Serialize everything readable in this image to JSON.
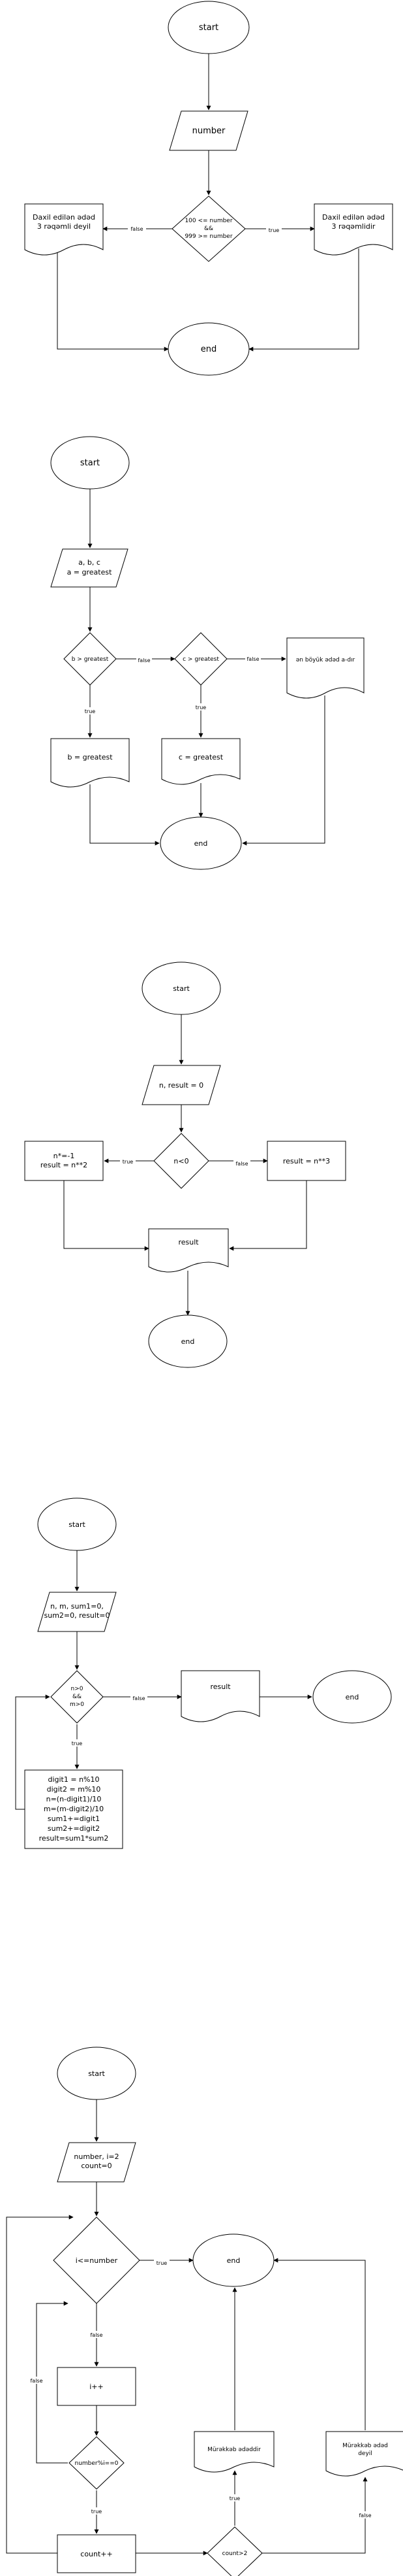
{
  "diagrams": [
    {
      "start": "start",
      "input": "number",
      "cond": [
        "100 <= number",
        "&&",
        "999 >= number"
      ],
      "false_node": [
        "Daxil edilən ədəd",
        "3 rəqəmli deyil"
      ],
      "true_node": [
        "Daxil edilən ədəd",
        "3 rəqəmlidir"
      ],
      "end": "end",
      "edge_false": "false",
      "edge_true": "true"
    },
    {
      "start": "start",
      "input": [
        "a, b, c",
        "a = greatest"
      ],
      "cond1": "b > greatest",
      "cond2": "c > greatest",
      "doc_b": "b = greatest",
      "doc_c": "c = greatest",
      "doc_out": "ən böyük ədəd a-dır",
      "end": "end",
      "edge_false1": "false",
      "edge_false2": "false",
      "edge_true1": "true",
      "edge_true2": "true"
    },
    {
      "start": "start",
      "input": "n, result = 0",
      "cond": "n<0",
      "proc_left": [
        "n*=-1",
        "result = n**2"
      ],
      "proc_right": "result = n**3",
      "doc": "result",
      "end": "end",
      "edge_true": "true",
      "edge_false": "false"
    },
    {
      "start": "start",
      "input": [
        "n, m, sum1=0,",
        "sum2=0, result=0"
      ],
      "cond": [
        "n>0",
        "&&",
        "m>0"
      ],
      "doc": "result",
      "end": "end",
      "proc": [
        "digit1 = n%10",
        "digit2 = m%10",
        "n=(n-digit1)/10",
        "m=(m-digit2)/10",
        "sum1+=digit1",
        "sum2+=digit2",
        "result=sum1*sum2"
      ],
      "edge_false": "false",
      "edge_true": "true"
    },
    {
      "start": "start",
      "input": [
        "number, i=2",
        "count=0"
      ],
      "cond1": "i<=number",
      "end": "end",
      "proc_i": "i++",
      "cond2": "number%i==0",
      "proc_count": "count++",
      "cond3": "count>2",
      "doc_comp": "Mürəkkəb ədəddir",
      "doc_not": [
        "Mürəkkəb ədəd",
        "deyil"
      ],
      "edge_true1": "true",
      "edge_false1": "false",
      "edge_false2": "false",
      "edge_true2": "true",
      "edge_true3": "true",
      "edge_false3": "false"
    }
  ]
}
